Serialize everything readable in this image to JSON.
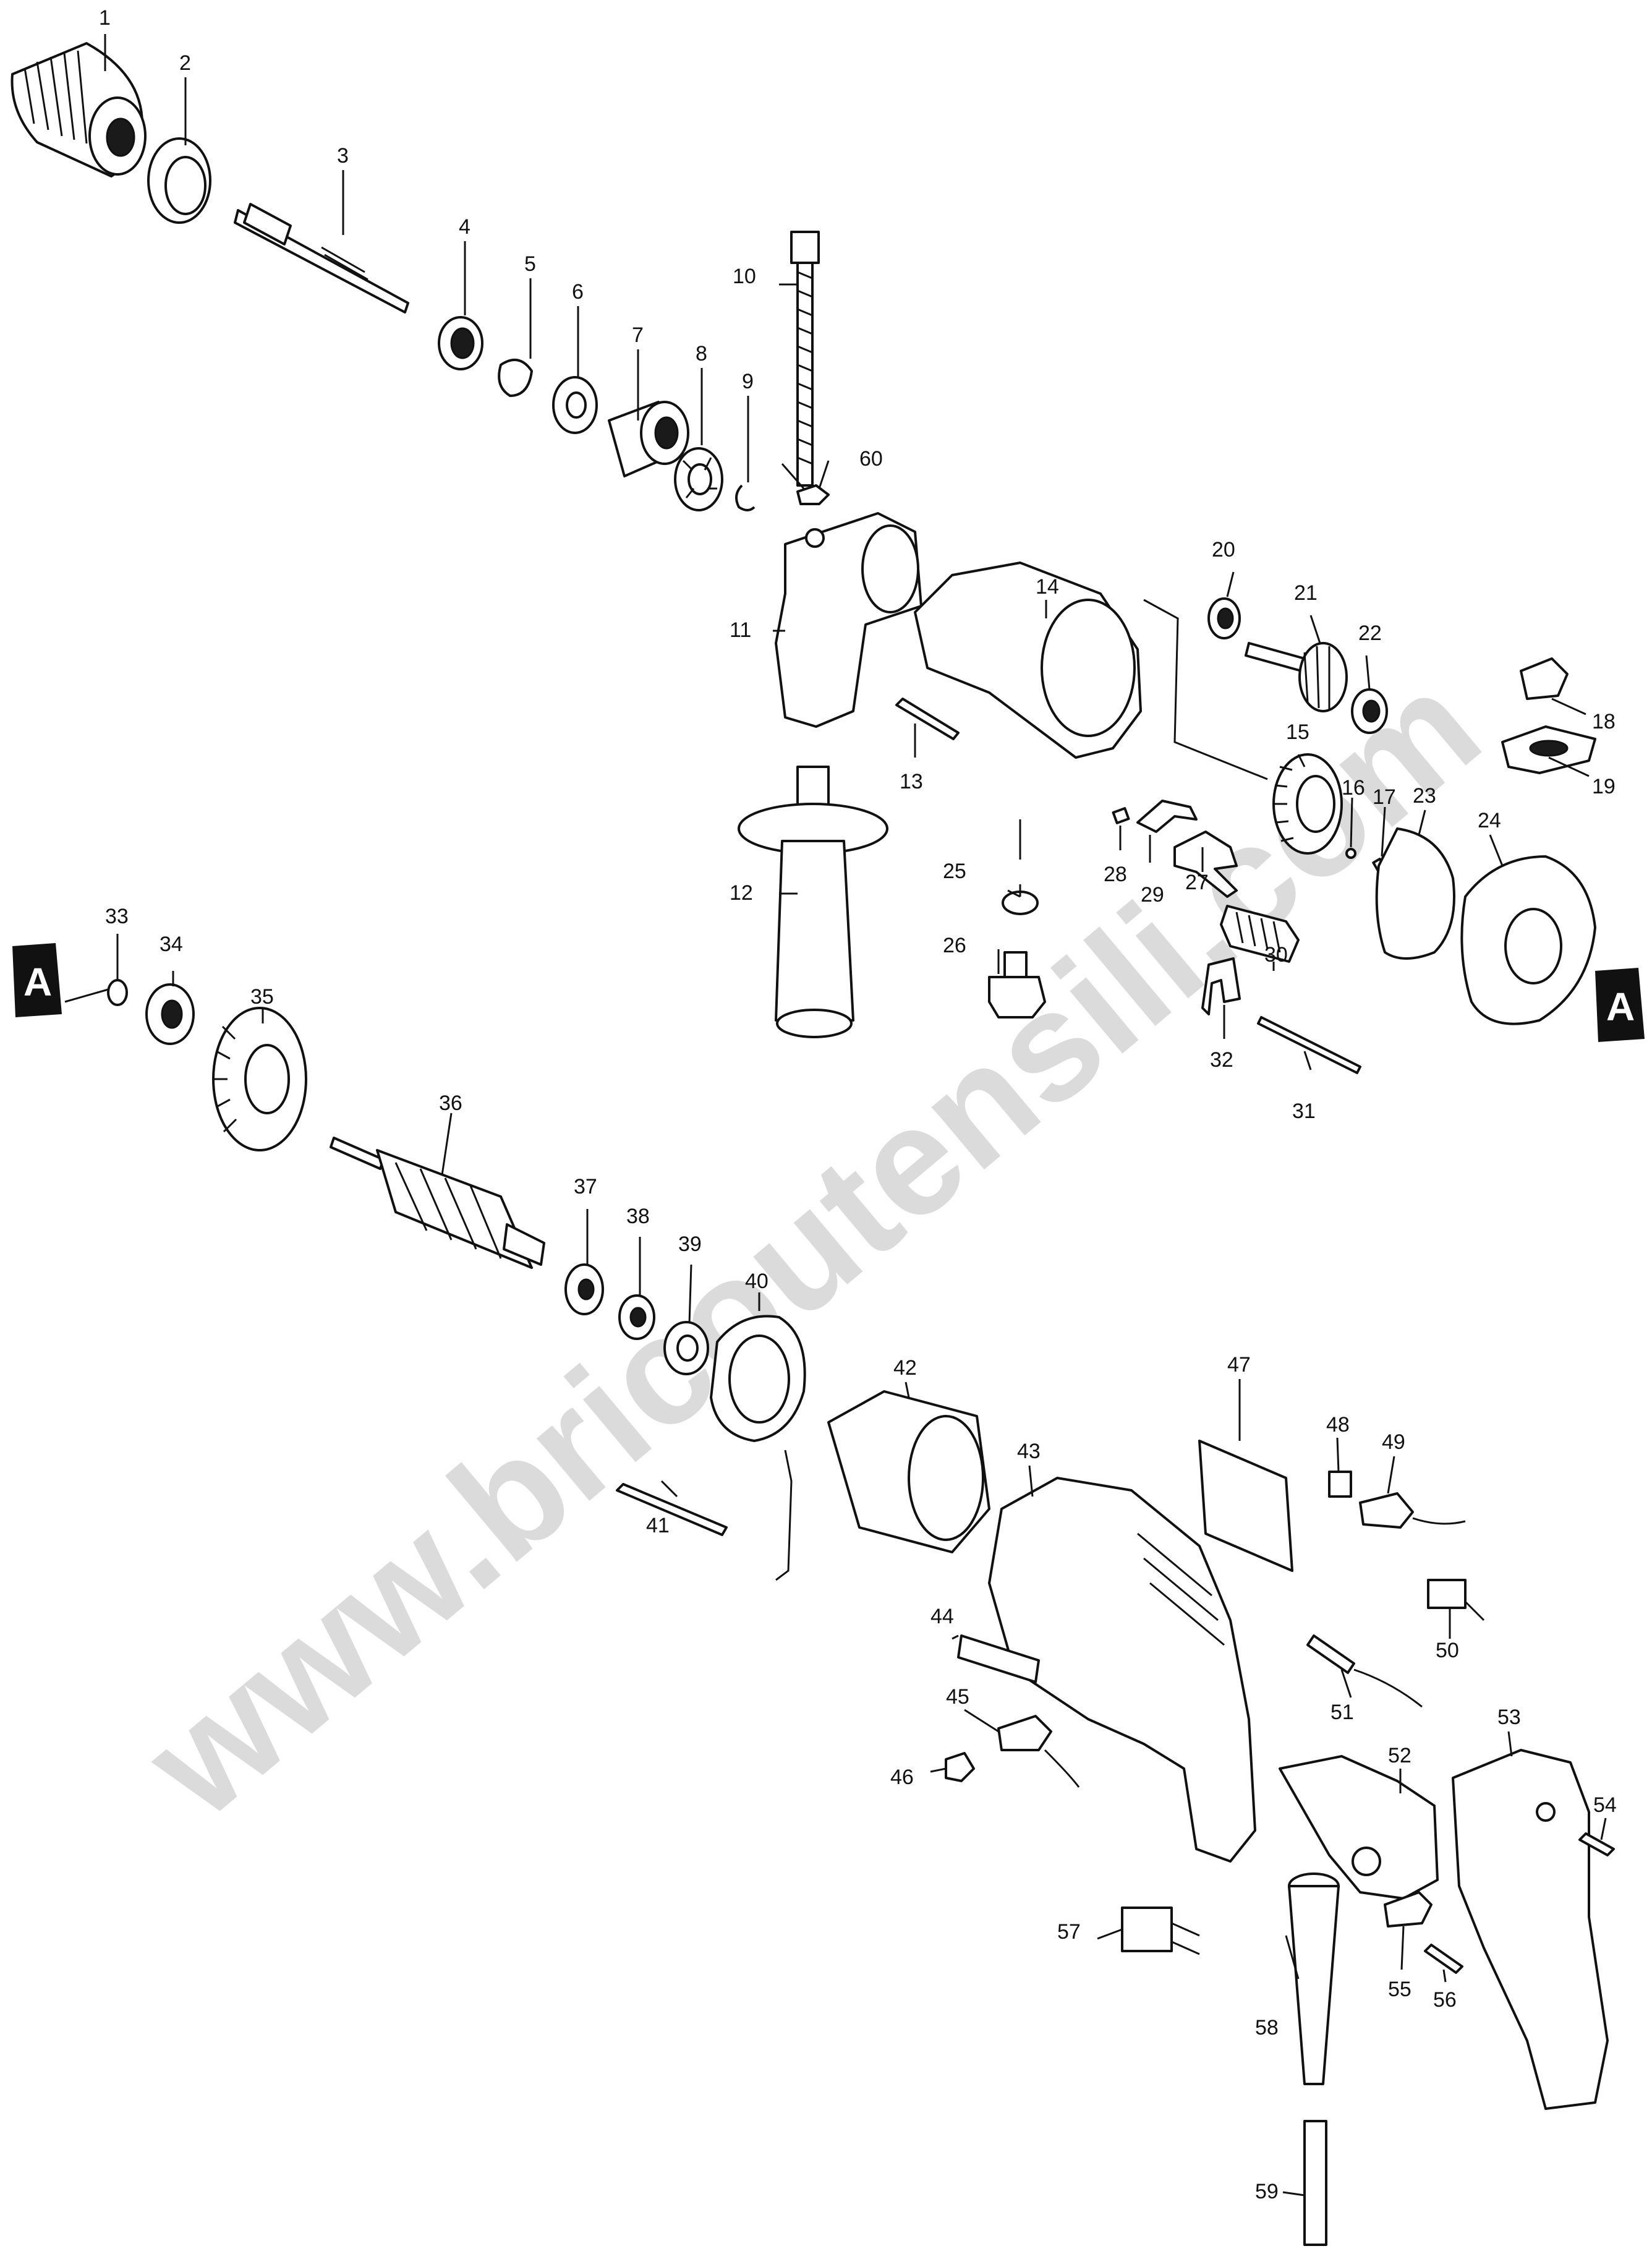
{
  "watermark": "www.bricoutensili.com",
  "section_marker": "A",
  "part_numbers": [
    "1",
    "2",
    "3",
    "4",
    "5",
    "6",
    "7",
    "8",
    "9",
    "10",
    "11",
    "12",
    "13",
    "14",
    "15",
    "16",
    "17",
    "18",
    "19",
    "20",
    "21",
    "22",
    "23",
    "24",
    "25",
    "26",
    "27",
    "28",
    "29",
    "30",
    "31",
    "32",
    "33",
    "34",
    "35",
    "36",
    "37",
    "38",
    "39",
    "40",
    "41",
    "42",
    "43",
    "44",
    "45",
    "46",
    "47",
    "48",
    "49",
    "50",
    "51",
    "52",
    "53",
    "54",
    "55",
    "56",
    "57",
    "58",
    "59",
    "60"
  ],
  "colors": {
    "line": "#111111",
    "watermark": "#cfcfcf",
    "background": "#ffffff"
  }
}
